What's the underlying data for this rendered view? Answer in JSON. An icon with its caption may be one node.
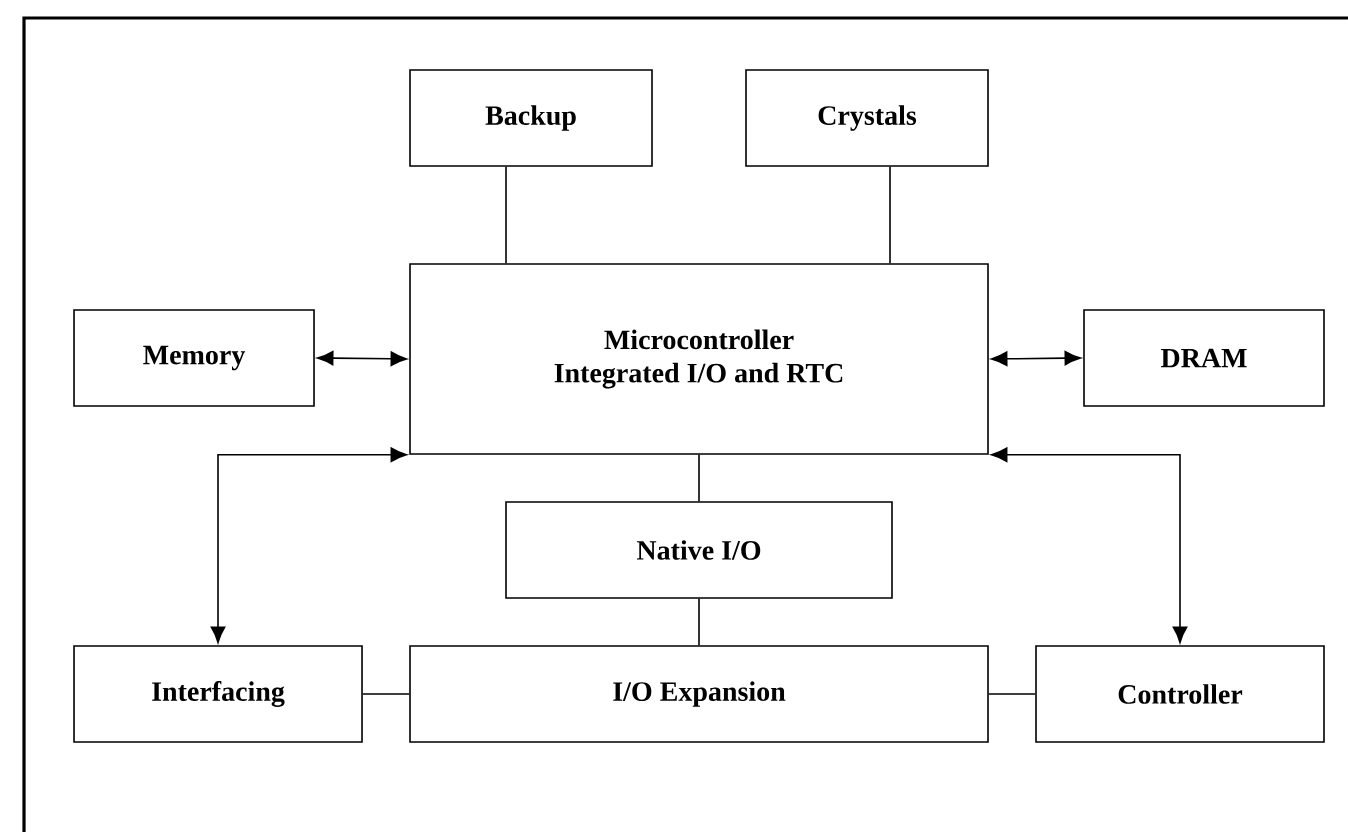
{
  "diagram": {
    "nodes": [
      {
        "text": [
          "Backup"
        ]
      },
      {
        "text": [
          "Crystals"
        ]
      },
      {
        "text": [
          "Microcontroller",
          "Integrated I/O and RTC"
        ]
      },
      {
        "text": [
          "Memory"
        ]
      },
      {
        "text": [
          "DRAM"
        ]
      },
      {
        "text": [
          "Native I/O"
        ]
      },
      {
        "text": [
          "Interfacing"
        ]
      },
      {
        "text": [
          "I/O Expansion"
        ]
      },
      {
        "text": [
          "Controller"
        ]
      }
    ],
    "edges": [
      {
        "from": 0,
        "to": 2,
        "arrow": "none"
      },
      {
        "from": 1,
        "to": 2,
        "arrow": "none"
      },
      {
        "from": 3,
        "to": 2,
        "arrow": "both"
      },
      {
        "from": 2,
        "to": 4,
        "arrow": "both"
      },
      {
        "from": 2,
        "to": 6,
        "arrow": "both"
      },
      {
        "from": 2,
        "to": 8,
        "arrow": "both"
      },
      {
        "from": 2,
        "to": 5,
        "arrow": "none"
      },
      {
        "from": 5,
        "to": 7,
        "arrow": "none"
      },
      {
        "from": 6,
        "to": 7,
        "arrow": "none"
      },
      {
        "from": 7,
        "to": 8,
        "arrow": "none"
      }
    ]
  }
}
